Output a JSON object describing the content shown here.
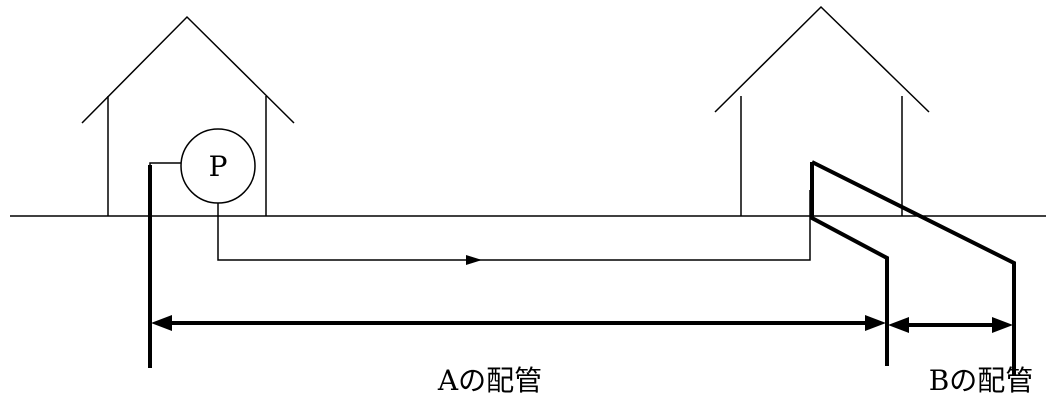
{
  "pump": {
    "label": "P"
  },
  "labels": {
    "pipe_a": "Aの配管",
    "pipe_b": "Bの配管"
  }
}
